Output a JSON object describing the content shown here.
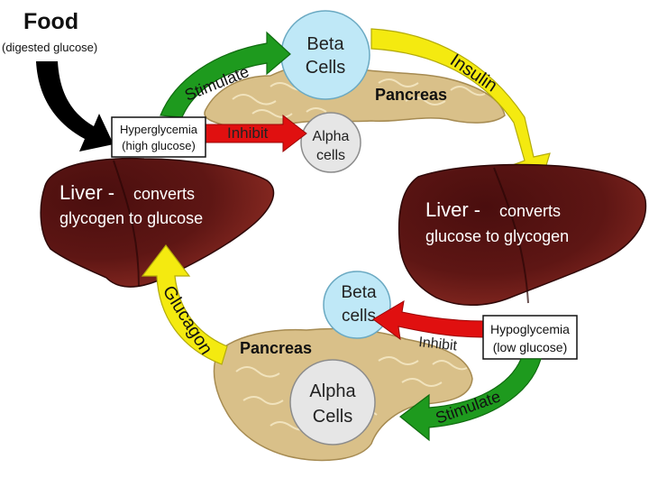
{
  "food": {
    "title": "Food",
    "subtitle": "(digested glucose)"
  },
  "top_pancreas": {
    "label": "Pancreas",
    "beta_line1": "Beta",
    "beta_line2": "Cells",
    "alpha_line1": "Alpha",
    "alpha_line2": "cells"
  },
  "hyperglycemia": {
    "line1": "Hyperglycemia",
    "line2": "(high glucose)"
  },
  "hypoglycemia": {
    "line1": "Hypoglycemia",
    "line2": "(low glucose)"
  },
  "left_liver": {
    "title": "Liver -",
    "line1": "converts",
    "line2": "glycogen to glucose"
  },
  "right_liver": {
    "title": "Liver -",
    "line1": "converts",
    "line2": "glucose to glycogen"
  },
  "bottom_pancreas": {
    "label": "Pancreas",
    "beta_line1": "Beta",
    "beta_line2": "cells",
    "alpha_line1": "Alpha",
    "alpha_line2": "Cells"
  },
  "arrows": {
    "stimulate_top": "Stimulate",
    "inhibit_top": "Inhibit",
    "insulin": "Insulin",
    "glucagon": "Glucagon",
    "inhibit_bottom": "Inhibit",
    "stimulate_bottom": "Stimulate"
  },
  "colors": {
    "liver_dark": "#4a0e0e",
    "liver_light": "#8a2a22",
    "pancreas": "#d9c089",
    "pancreas_veins": "#f1e3bd",
    "beta_cell": "#bfe8f7",
    "alpha_cell": "#e6e6e6",
    "stimulate": "#1e9a1e",
    "inhibit": "#e01010",
    "hormone": "#f4ea10",
    "food_arrow": "#000000"
  }
}
